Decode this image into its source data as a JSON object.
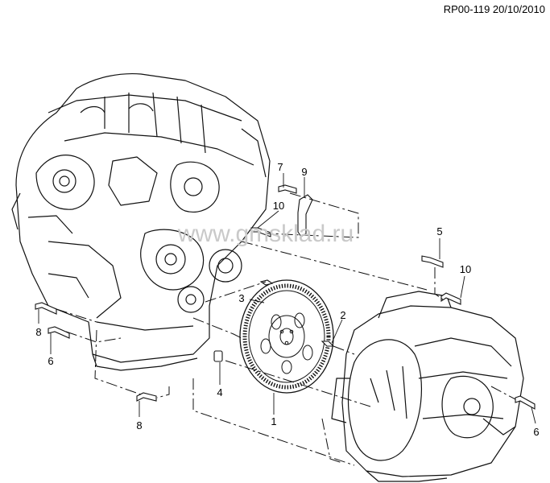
{
  "reference": "RP00-119 20/10/2010",
  "watermark": "www.gmsklad.ru",
  "callouts": [
    "7",
    "9",
    "10",
    "5",
    "10",
    "3",
    "2",
    "8",
    "6",
    "4",
    "1",
    "8",
    "6"
  ]
}
